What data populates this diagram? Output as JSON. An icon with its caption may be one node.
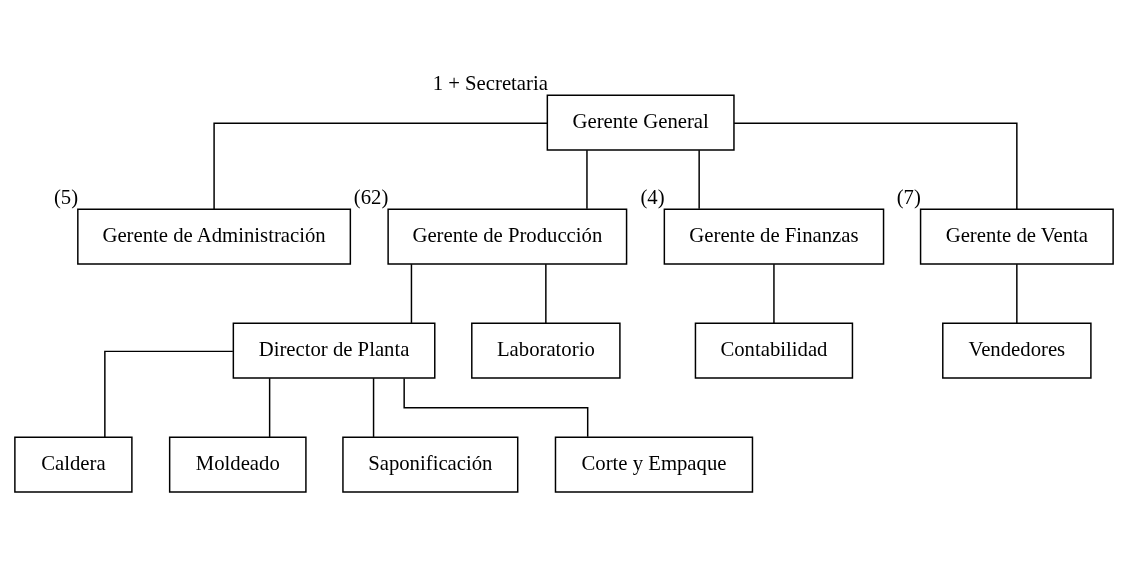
{
  "diagram": {
    "nodes": [
      {
        "text": [
          "Gerente General"
        ],
        "beside": [
          "1 + Secretaria"
        ]
      },
      {
        "text": [
          "Gerente de Administración"
        ],
        "beside": [
          "(5)"
        ]
      },
      {
        "text": [
          "Gerente de Producción"
        ],
        "beside": [
          "(62)"
        ]
      },
      {
        "text": [
          "Gerente de Finanzas"
        ],
        "beside": [
          "(4)"
        ]
      },
      {
        "text": [
          "Gerente de Venta"
        ],
        "beside": [
          "(7)"
        ]
      },
      {
        "text": [
          "Director de Planta"
        ]
      },
      {
        "text": [
          "Laboratorio"
        ]
      },
      {
        "text": [
          "Contabilidad"
        ]
      },
      {
        "text": [
          "Vendedores"
        ]
      },
      {
        "text": [
          "Caldera"
        ]
      },
      {
        "text": [
          "Moldeado"
        ]
      },
      {
        "text": [
          "Saponificación"
        ]
      },
      {
        "text": [
          "Corte y Empaque"
        ]
      }
    ],
    "edges": [
      {
        "from": 0,
        "to": 1,
        "arrow": "none"
      },
      {
        "from": 0,
        "to": 2,
        "arrow": "none"
      },
      {
        "from": 0,
        "to": 3,
        "arrow": "none"
      },
      {
        "from": 0,
        "to": 4,
        "arrow": "none"
      },
      {
        "from": 2,
        "to": 5,
        "arrow": "none"
      },
      {
        "from": 2,
        "to": 6,
        "arrow": "none"
      },
      {
        "from": 3,
        "to": 7,
        "arrow": "none"
      },
      {
        "from": 4,
        "to": 8,
        "arrow": "none"
      },
      {
        "from": 5,
        "to": 9,
        "arrow": "none"
      },
      {
        "from": 5,
        "to": 10,
        "arrow": "none"
      },
      {
        "from": 5,
        "to": 11,
        "arrow": "none"
      },
      {
        "from": 5,
        "to": 12,
        "arrow": "none"
      }
    ]
  }
}
